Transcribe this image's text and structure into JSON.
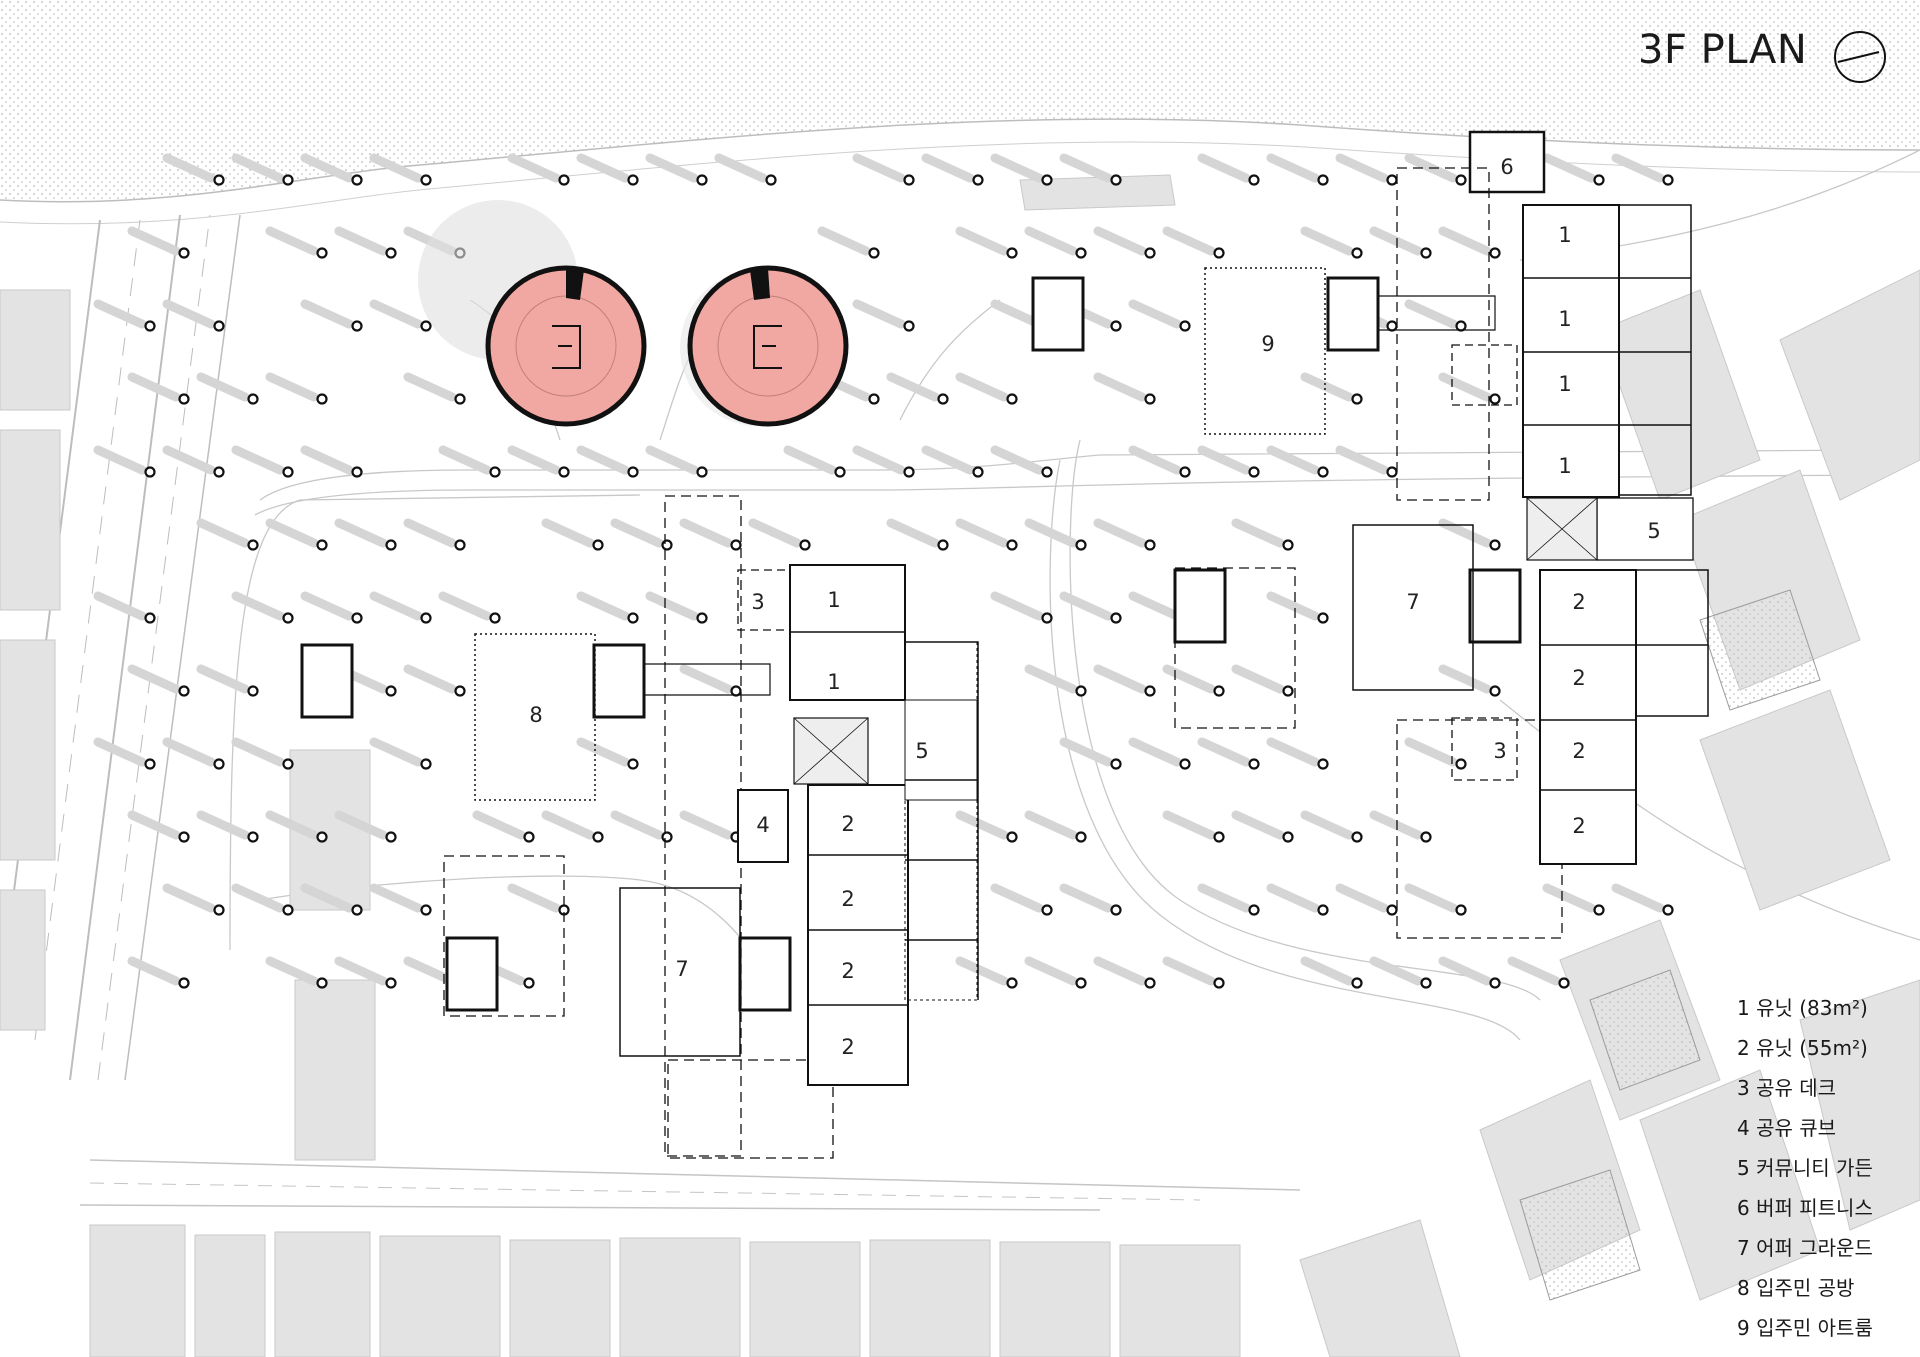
{
  "plan_title": "3F PLAN",
  "compass": "north-arrow-icon",
  "colors": {
    "circular_tower": "#f2a8a2",
    "context_building": "#e3e3e3",
    "water_dots": "#b8b8b8",
    "line": "#1a1a1a"
  },
  "legend": [
    "1 유닛 (83m²)",
    "2 유닛 (55m²)",
    "3 공유 데크",
    "4 공유 큐브",
    "5 커뮤니티 가든",
    "6 버퍼 피트니스",
    "7 어퍼 그라운드",
    "8 입주민 공방",
    "9 입주민 아트룸"
  ],
  "labels": {
    "u1": "1",
    "u2": "2",
    "deck": "3",
    "cube": "4",
    "garden": "5",
    "fitness": "6",
    "ground": "7",
    "workshop": "8",
    "artroom": "9"
  }
}
